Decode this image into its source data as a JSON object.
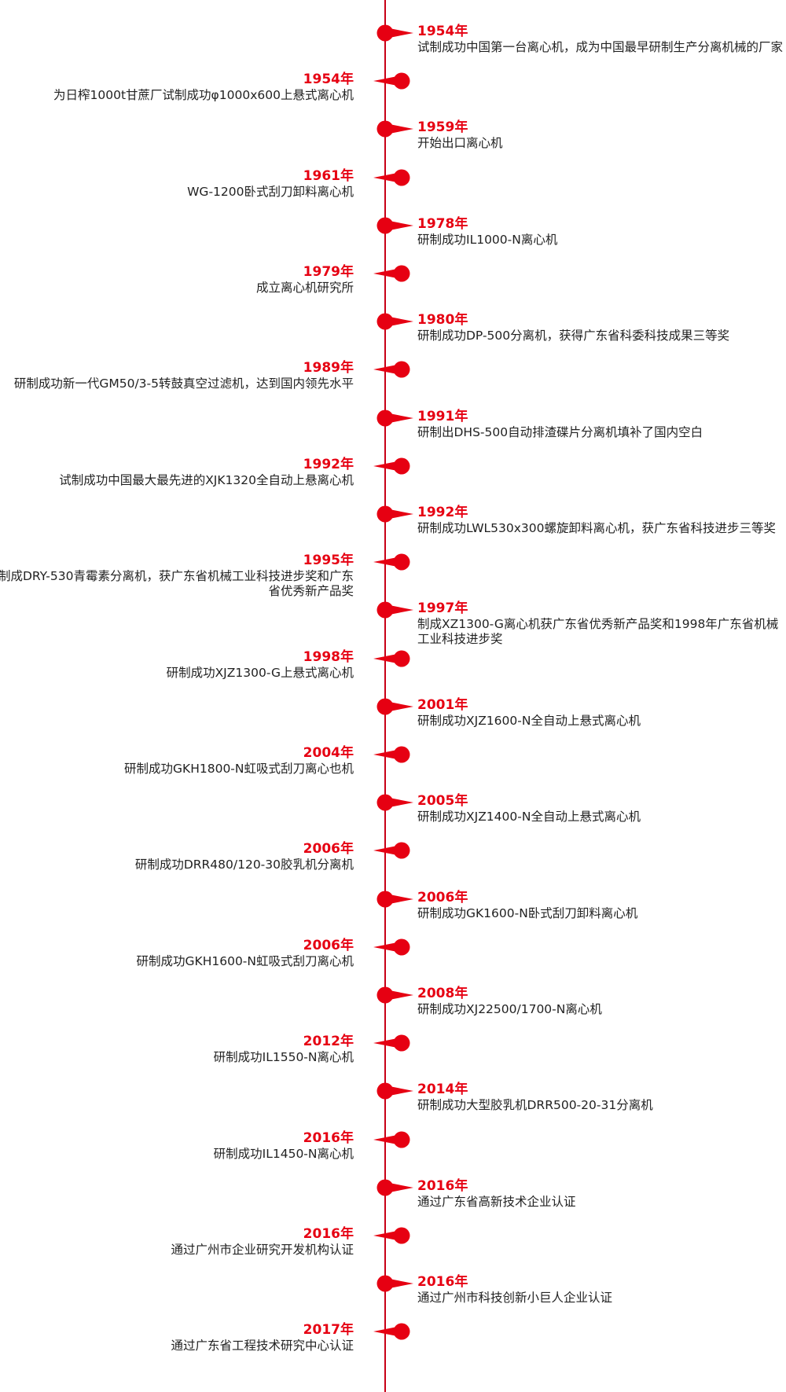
{
  "colors": {
    "accent": "#e60012",
    "line": "#c80016",
    "text": "#222222"
  },
  "milestones": [
    {
      "year": "1954年",
      "text": "试制成功中国第一台离心机，成为中国最早研制生产分离机械的厂家",
      "side": "right"
    },
    {
      "year": "1954年",
      "text": "为日榨1000t甘蔗厂试制成功φ1000x600上悬式离心机",
      "side": "left"
    },
    {
      "year": "1959年",
      "text": "开始出口离心机",
      "side": "right"
    },
    {
      "year": "1961年",
      "text": "WG-1200卧式刮刀卸料离心机",
      "side": "left"
    },
    {
      "year": "1978年",
      "text": "研制成功IL1000-N离心机",
      "side": "right"
    },
    {
      "year": "1979年",
      "text": "成立离心机研究所",
      "side": "left"
    },
    {
      "year": "1980年",
      "text": "研制成功DP-500分离机，获得广东省科委科技成果三等奖",
      "side": "right"
    },
    {
      "year": "1989年",
      "text": "研制成功新一代GM50/3-5转鼓真空过滤机，达到国内领先水平",
      "side": "left"
    },
    {
      "year": "1991年",
      "text": "研制出DHS-500自动排渣碟片分离机填补了国内空白",
      "side": "right"
    },
    {
      "year": "1992年",
      "text": "试制成功中国最大最先进的XJK1320全自动上悬离心机",
      "side": "left"
    },
    {
      "year": "1992年",
      "text": "研制成功LWL530x300螺旋卸料离心机，获广东省科技进步三等奖",
      "side": "right"
    },
    {
      "year": "1995年",
      "text": "制成DRY-530青霉素分离机，获广东省机械工业科技进步奖和广东省优秀新产品奖",
      "side": "left"
    },
    {
      "year": "1997年",
      "text": "制成XZ1300-G离心机获广东省优秀新产品奖和1998年广东省机械工业科技进步奖",
      "side": "right"
    },
    {
      "year": "1998年",
      "text": "研制成功XJZ1300-G上悬式离心机",
      "side": "left"
    },
    {
      "year": "2001年",
      "text": "研制成功XJZ1600-N全自动上悬式离心机",
      "side": "right"
    },
    {
      "year": "2004年",
      "text": "研制成功GKH1800-N虹吸式刮刀离心也机",
      "side": "left"
    },
    {
      "year": "2005年",
      "text": "研制成功XJZ1400-N全自动上悬式离心机",
      "side": "right"
    },
    {
      "year": "2006年",
      "text": "研制成功DRR480/120-30胶乳机分离机",
      "side": "left"
    },
    {
      "year": "2006年",
      "text": "研制成功GK1600-N卧式刮刀卸料离心机",
      "side": "right"
    },
    {
      "year": "2006年",
      "text": "研制成功GKH1600-N虹吸式刮刀离心机",
      "side": "left"
    },
    {
      "year": "2008年",
      "text": "研制成功XJ22500/1700-N离心机",
      "side": "right"
    },
    {
      "year": "2012年",
      "text": "研制成功IL1550-N离心机",
      "side": "left"
    },
    {
      "year": "2014年",
      "text": "研制成功大型胶乳机DRR500-20-31分离机",
      "side": "right"
    },
    {
      "year": "2016年",
      "text": "研制成功IL1450-N离心机",
      "side": "left"
    },
    {
      "year": "2016年",
      "text": "通过广东省高新技术企业认证",
      "side": "right"
    },
    {
      "year": "2016年",
      "text": "通过广州市企业研究开发机构认证",
      "side": "left"
    },
    {
      "year": "2016年",
      "text": "通过广州市科技创新小巨人企业认证",
      "side": "right"
    },
    {
      "year": "2017年",
      "text": "通过广东省工程技术研究中心认证",
      "side": "left"
    }
  ]
}
